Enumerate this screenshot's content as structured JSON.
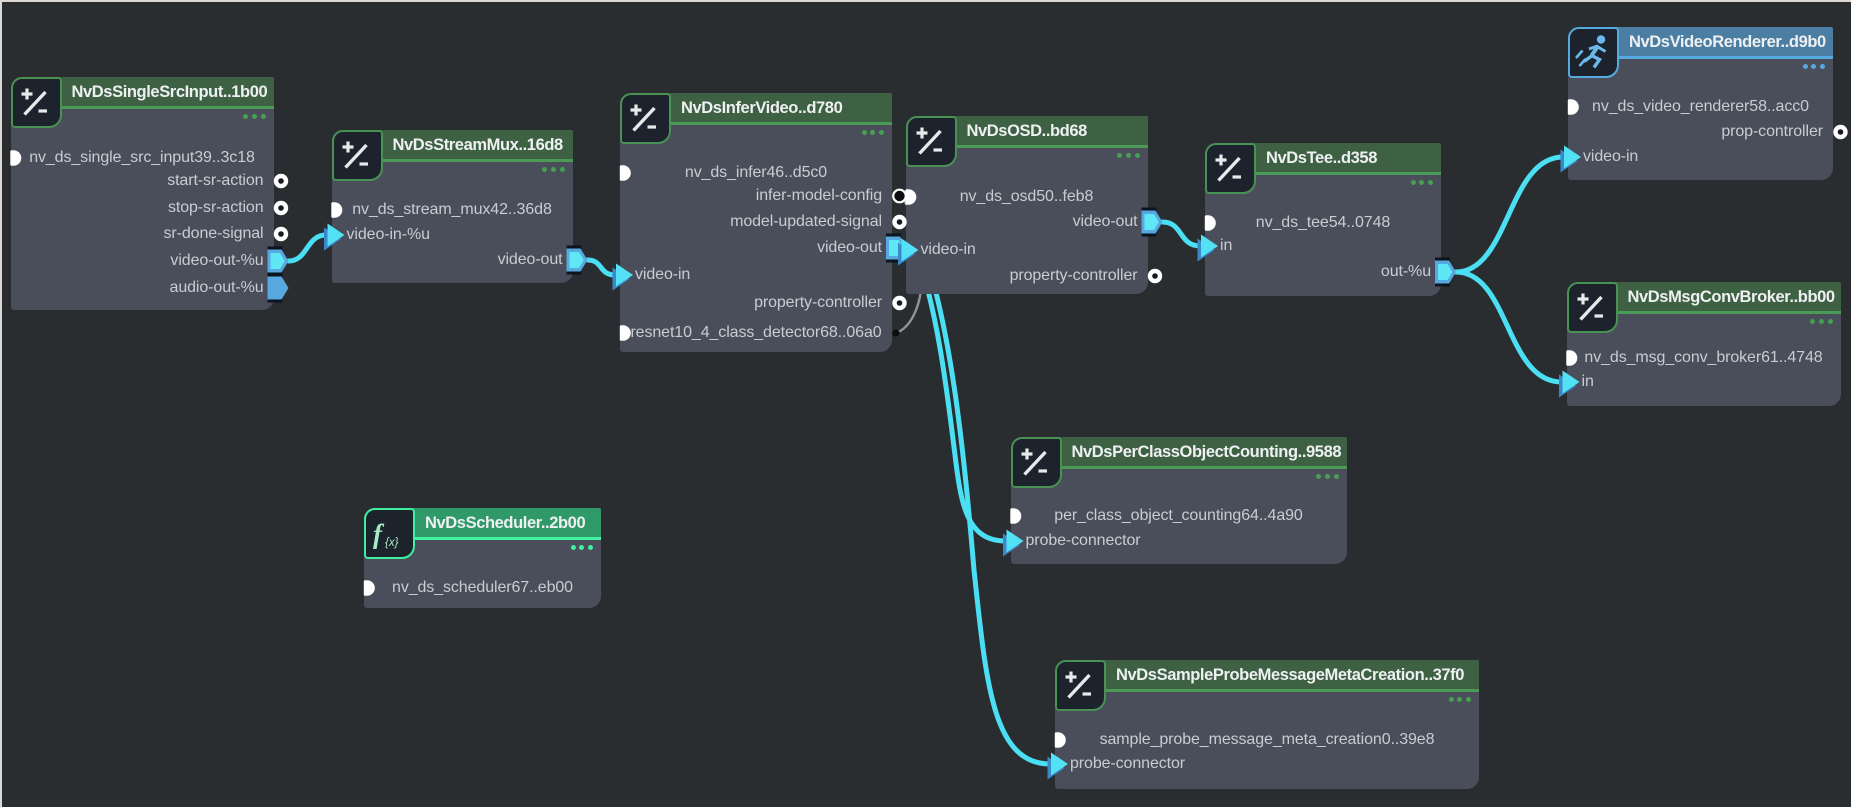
{
  "app": {
    "name": "Graph Composer node canvas",
    "view": "graph-editor"
  },
  "canvas": {
    "background": "#2a2d2f",
    "frame_border": "#dcd8d3",
    "wire_color": "#4bdff4",
    "property_wire_color": "#909294",
    "node_body_color": "#494e5a",
    "theme_colors": {
      "extension_header": "#3e6144",
      "extension_accent": "#4c9a57",
      "selected_header": "#2f9a68",
      "selected_accent": "#41f2a1",
      "renderer_header": "#4b7ea2",
      "renderer_accent": "#55abe0"
    }
  },
  "nodes": [
    {
      "title": "NvDsSingleSrcInput..1b00",
      "icon": "plus-minus-icon",
      "state": "normal",
      "rows": [
        {
          "label": "nv_ds_single_src_input39..3c18",
          "port": "component"
        },
        {
          "label": "start-sr-action",
          "port": "signal"
        },
        {
          "label": "stop-sr-action",
          "port": "signal"
        },
        {
          "label": "sr-done-signal",
          "port": "signal"
        },
        {
          "label": "video-out-%u",
          "port": "output-connected"
        },
        {
          "label": "audio-out-%u",
          "port": "output"
        }
      ]
    },
    {
      "title": "NvDsStreamMux..16d8",
      "icon": "plus-minus-icon",
      "state": "normal",
      "rows": [
        {
          "label": "nv_ds_stream_mux42..36d8",
          "port": "component"
        },
        {
          "label": "video-in-%u",
          "port": "input"
        },
        {
          "label": "video-out",
          "port": "output-connected"
        }
      ]
    },
    {
      "title": "NvDsInferVideo..d780",
      "icon": "plus-minus-icon",
      "state": "normal",
      "rows": [
        {
          "label": "nv_ds_infer46..d5c0",
          "port": "component"
        },
        {
          "label": "infer-model-config",
          "port": "signal-connected"
        },
        {
          "label": "model-updated-signal",
          "port": "signal"
        },
        {
          "label": "video-out",
          "port": "output-connected"
        },
        {
          "label": "video-in",
          "port": "input"
        },
        {
          "label": "property-controller",
          "port": "signal"
        },
        {
          "label": "resnet10_4_class_detector68..06a0",
          "port": "component-with-property-out"
        }
      ]
    },
    {
      "title": "NvDsOSD..bd68",
      "icon": "plus-minus-icon",
      "state": "normal",
      "rows": [
        {
          "label": "nv_ds_osd50..feb8",
          "port": "component"
        },
        {
          "label": "video-out",
          "port": "output-connected"
        },
        {
          "label": "video-in",
          "port": "input"
        },
        {
          "label": "property-controller",
          "port": "signal"
        }
      ]
    },
    {
      "title": "NvDsTee..d358",
      "icon": "plus-minus-icon",
      "state": "normal",
      "rows": [
        {
          "label": "nv_ds_tee54..0748",
          "port": "component"
        },
        {
          "label": "in",
          "port": "input"
        },
        {
          "label": "out-%u",
          "port": "output-connected"
        }
      ]
    },
    {
      "title": "NvDsVideoRenderer..d9b0",
      "icon": "runner-icon",
      "state": "normal",
      "rows": [
        {
          "label": "nv_ds_video_renderer58..acc0",
          "port": "component"
        },
        {
          "label": "prop-controller",
          "port": "signal"
        },
        {
          "label": "video-in",
          "port": "input"
        }
      ]
    },
    {
      "title": "NvDsMsgConvBroker..bb00",
      "icon": "plus-minus-icon",
      "state": "normal",
      "rows": [
        {
          "label": "nv_ds_msg_conv_broker61..4748",
          "port": "component"
        },
        {
          "label": "in",
          "port": "input"
        }
      ]
    },
    {
      "title": "NvDsScheduler..2b00",
      "icon": "function-icon",
      "state": "selected",
      "rows": [
        {
          "label": "nv_ds_scheduler67..eb00",
          "port": "component"
        }
      ]
    },
    {
      "title": "NvDsPerClassObjectCounting..9588",
      "icon": "plus-minus-icon",
      "state": "normal",
      "rows": [
        {
          "label": "per_class_object_counting64..4a90",
          "port": "component"
        },
        {
          "label": "probe-connector",
          "port": "input"
        }
      ]
    },
    {
      "title": "NvDsSampleProbeMessageMetaCreation..37f0",
      "icon": "plus-minus-icon",
      "state": "normal",
      "rows": [
        {
          "label": "sample_probe_message_meta_creation0..39e8",
          "port": "component"
        },
        {
          "label": "probe-connector",
          "port": "input"
        }
      ]
    }
  ],
  "connections": [
    {
      "from": "NvDsSingleSrcInput..1b00 / video-out-%u",
      "to": "NvDsStreamMux..16d8 / video-in-%u"
    },
    {
      "from": "NvDsStreamMux..16d8 / video-out",
      "to": "NvDsInferVideo..d780 / video-in"
    },
    {
      "from": "NvDsInferVideo..d780 / video-out",
      "to": "NvDsOSD..bd68 / video-in"
    },
    {
      "from": "NvDsOSD..bd68 / video-out",
      "to": "NvDsTee..d358 / in"
    },
    {
      "from": "NvDsTee..d358 / out-%u",
      "to": "NvDsVideoRenderer..d9b0 / video-in"
    },
    {
      "from": "NvDsTee..d358 / out-%u",
      "to": "NvDsMsgConvBroker..bb00 / in"
    },
    {
      "from": "NvDsOSD..bd68 / video-in",
      "to": "NvDsPerClassObjectCounting..9588 / probe-connector"
    },
    {
      "from": "NvDsOSD..bd68 / video-in",
      "to": "NvDsSampleProbeMessageMetaCreation..37f0 / probe-connector"
    },
    {
      "from": "NvDsInferVideo..d780 / resnet10_4_class_detector68..06a0",
      "to": "NvDsInferVideo..d780 / infer-model-config"
    }
  ]
}
